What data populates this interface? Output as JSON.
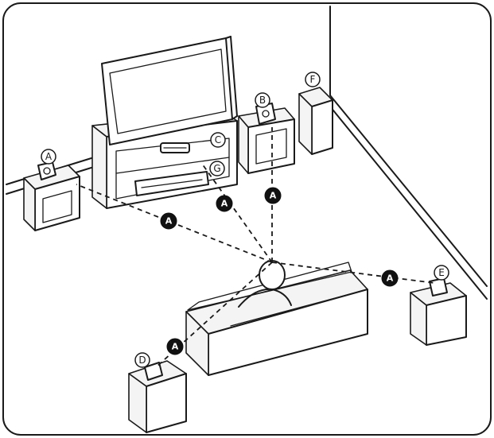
{
  "labels": {
    "front_left": "A",
    "front_right": "B",
    "center": "C",
    "surround_left": "D",
    "surround_right": "E",
    "subwoofer": "F",
    "unit": "G"
  },
  "distance_marker": "A"
}
